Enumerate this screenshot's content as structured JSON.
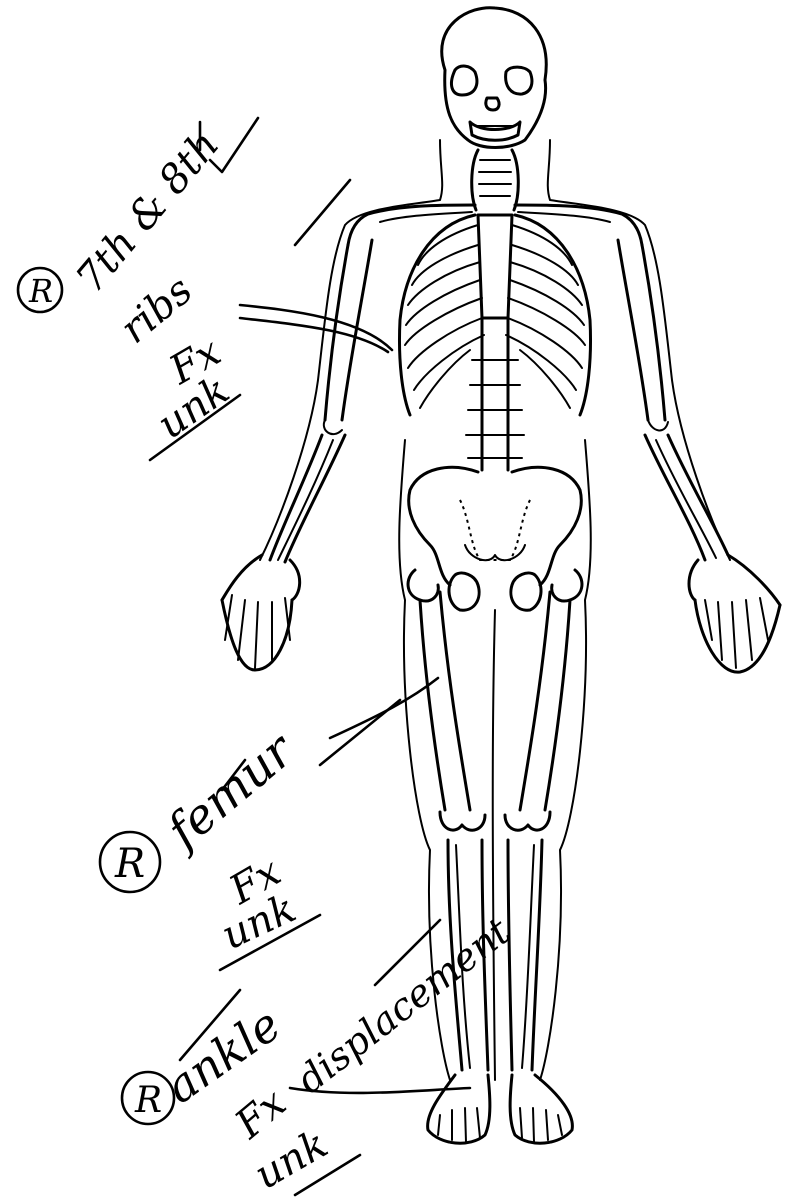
{
  "diagram": {
    "figure": "anterior-full-body-skeleton",
    "annotations": [
      {
        "side": "R",
        "lines": [
          "7th & 8th",
          "ribs",
          "Fx",
          "unk"
        ]
      },
      {
        "side": "R",
        "lines": [
          "femur",
          "Fx",
          "unk"
        ]
      },
      {
        "side": "R",
        "lines": [
          "ankle",
          "Fx",
          "displacement",
          "unk"
        ]
      }
    ],
    "ink_color": "#000000",
    "paper_color": "#ffffff"
  }
}
